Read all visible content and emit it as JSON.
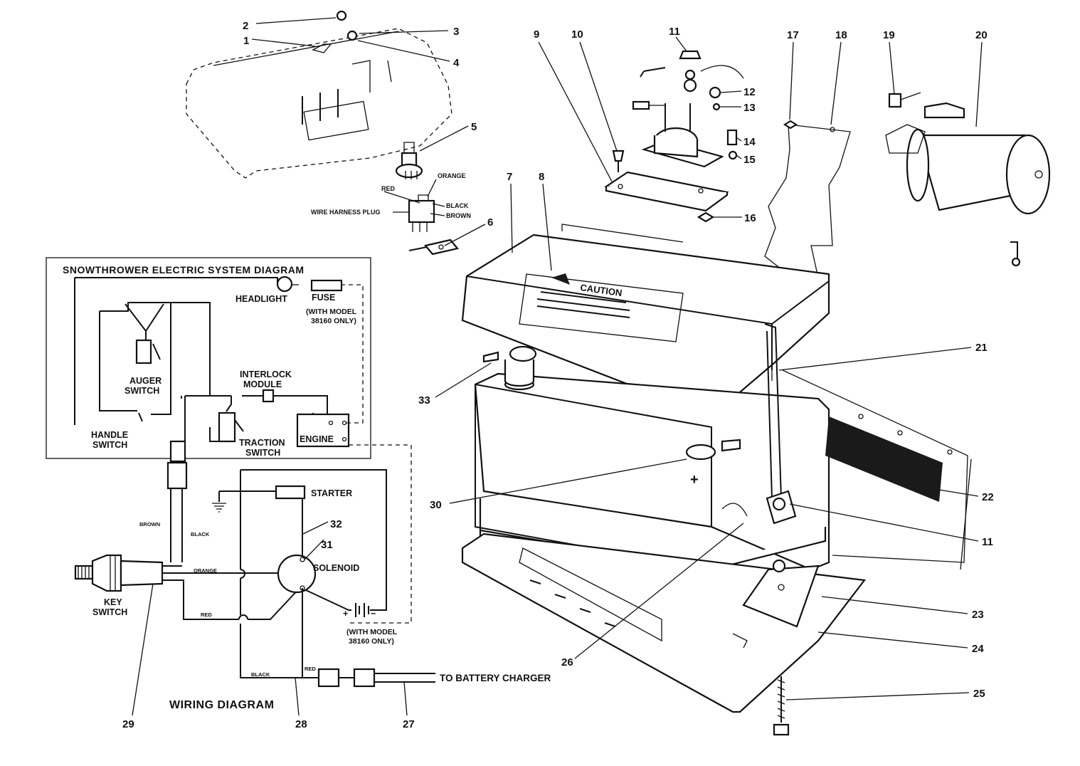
{
  "callouts": {
    "c1": "1",
    "c2": "2",
    "c3": "3",
    "c4": "4",
    "c5": "5",
    "c6": "6",
    "c7": "7",
    "c8": "8",
    "c9": "9",
    "c10": "10",
    "c11a": "11",
    "c11b": "11",
    "c12": "12",
    "c13": "13",
    "c14": "14",
    "c15": "15",
    "c16": "16",
    "c17": "17",
    "c18": "18",
    "c19": "19",
    "c20": "20",
    "c21": "21",
    "c22": "22",
    "c23": "23",
    "c24": "24",
    "c25": "25",
    "c26": "26",
    "c27": "27",
    "c28": "28",
    "c29": "29",
    "c30": "30",
    "c31": "31",
    "c32": "32",
    "c33": "33"
  },
  "plug": {
    "orange": "ORANGE",
    "red": "RED",
    "black": "BLACK",
    "brown": "BROWN",
    "harness": "WIRE HARNESS PLUG"
  },
  "battery": {
    "caution": "CAUTION",
    "plus": "+"
  },
  "system_diagram": {
    "title": "SNOWTHROWER ELECTRIC SYSTEM DIAGRAM",
    "headlight": "HEADLIGHT",
    "fuse": "FUSE",
    "fuse_note_1": "(WITH MODEL",
    "fuse_note_2": "38160 ONLY)",
    "auger_1": "AUGER",
    "auger_2": "SWITCH",
    "interlock_1": "INTERLOCK",
    "interlock_2": "MODULE",
    "handle_1": "HANDLE",
    "handle_2": "SWITCH",
    "traction_1": "TRACTION",
    "traction_2": "SWITCH",
    "engine": "ENGINE"
  },
  "wiring": {
    "starter": "STARTER",
    "solenoid": "SOLENOID",
    "key_1": "KEY",
    "key_2": "SWITCH",
    "brown": "BROWN",
    "black": "BLACK",
    "orange": "ORANGE",
    "red": "RED",
    "black2": "BLACK",
    "red2": "RED",
    "model_note_1": "(WITH MODEL",
    "model_note_2": "38160 ONLY)",
    "plus": "+",
    "minus": "−",
    "charger": "TO BATTERY CHARGER",
    "title": "WIRING DIAGRAM"
  }
}
